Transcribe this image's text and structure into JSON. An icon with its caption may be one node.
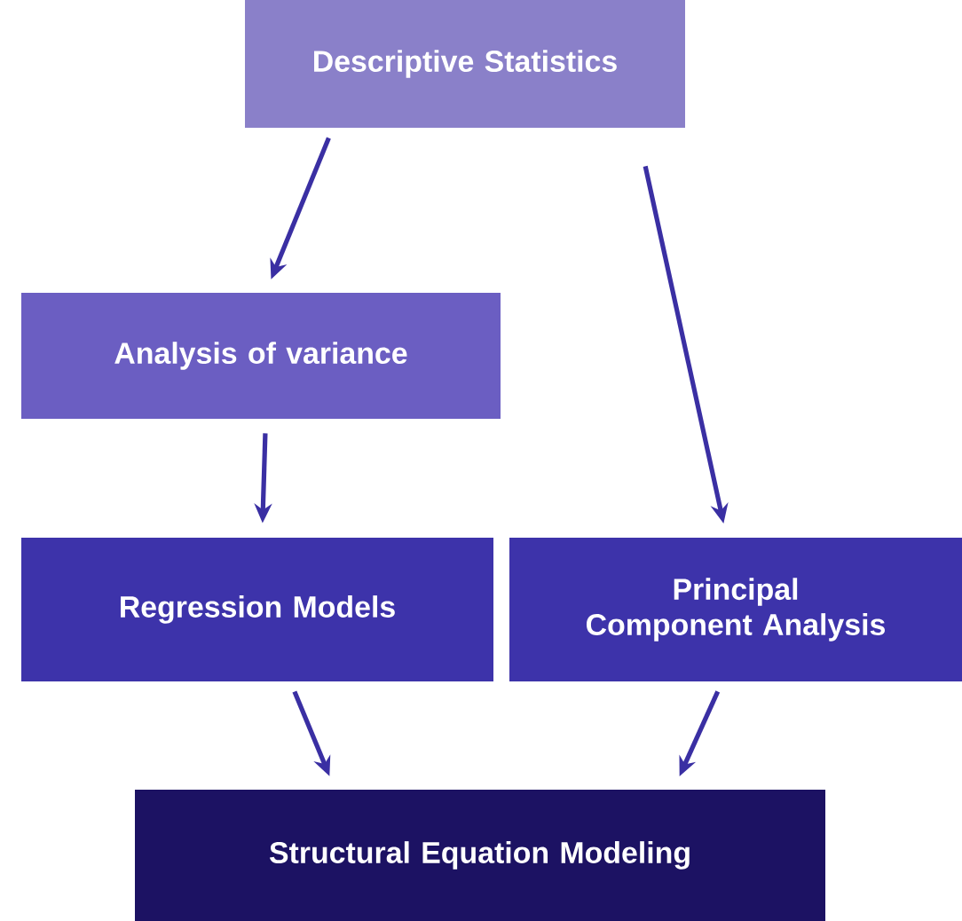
{
  "diagram": {
    "nodes": [
      {
        "text": [
          "Descriptive Statistics"
        ]
      },
      {
        "text": [
          "Analysis of variance"
        ]
      },
      {
        "text": [
          "Regression Models"
        ]
      },
      {
        "text": [
          "Principal Component Analysis"
        ]
      },
      {
        "text": [
          "Structural Equation Modeling"
        ]
      }
    ],
    "edges": [
      {
        "from": 0,
        "to": 1,
        "arrow": "to"
      },
      {
        "from": 0,
        "to": 3,
        "arrow": "to"
      },
      {
        "from": 1,
        "to": 2,
        "arrow": "to"
      },
      {
        "from": 2,
        "to": 4,
        "arrow": "to"
      },
      {
        "from": 3,
        "to": 4,
        "arrow": "to"
      }
    ]
  }
}
